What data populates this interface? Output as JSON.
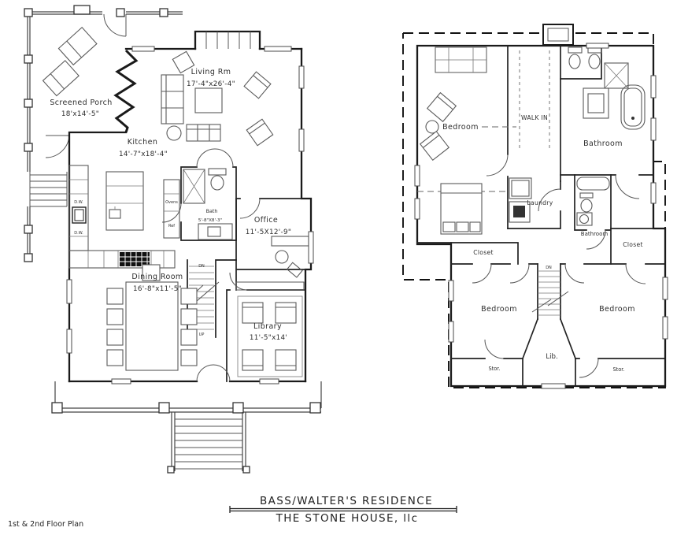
{
  "sheet": {
    "plan_label": "1st & 2nd Floor Plan",
    "title_block": {
      "project_title": "BASS/WALTER'S RESIDENCE",
      "firm_name": "THE STONE HOUSE, llc"
    }
  },
  "first_floor": {
    "screened_porch": {
      "name": "Screened Porch",
      "dims": "18'x14'-5\""
    },
    "living_rm": {
      "name": "Living Rm",
      "dims": "17'-4\"x26'-4\""
    },
    "kitchen": {
      "name": "Kitchen",
      "dims": "14'-7\"x18'-4\""
    },
    "bath": {
      "name": "Bath",
      "dims": "5'-8\"X8'-3\""
    },
    "office": {
      "name": "Office",
      "dims": "11'-5X12'-9\""
    },
    "dining_room": {
      "name": "Dining Room",
      "dims": "16'-8\"x11'-5\""
    },
    "library": {
      "name": "Library",
      "dims": "11'-5\"x14'"
    },
    "annotations": {
      "dw": "D.W.",
      "ovens": "Ovens",
      "ref": "Ref",
      "dn": "DN",
      "up": "UP"
    }
  },
  "second_floor": {
    "master_bedroom": "Bedroom",
    "walk_in": "WALK IN",
    "bathroom_main": "Bathroom",
    "laundry": "Laundry",
    "bathroom_small": "Bathroom",
    "closet_left": "Closet",
    "closet_right": "Closet",
    "bedroom_left": "Bedroom",
    "bedroom_right": "Bedroom",
    "library": "Lib.",
    "storage_left": "Stor.",
    "storage_right": "Stor.",
    "annotations": {
      "dn": "DN"
    }
  }
}
